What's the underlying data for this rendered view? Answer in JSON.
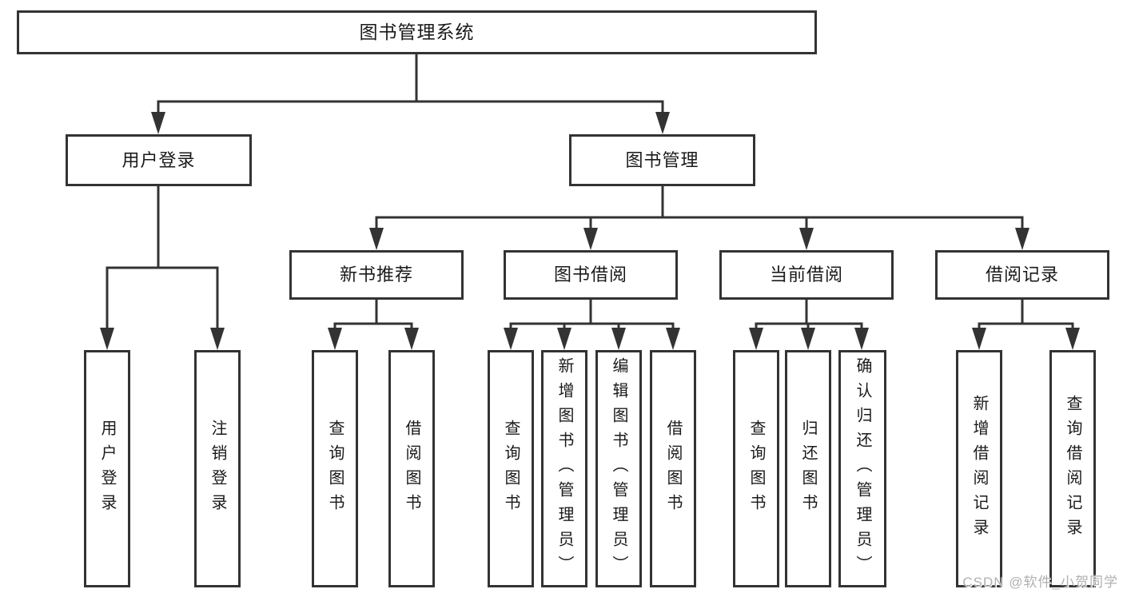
{
  "diagram": {
    "title": "图书管理系统",
    "branches": [
      {
        "label": "用户登录",
        "children": [
          {
            "label": "用户登录"
          },
          {
            "label": "注销登录"
          }
        ]
      },
      {
        "label": "图书管理",
        "children": [
          {
            "label": "新书推荐",
            "children": [
              {
                "label": "查询图书"
              },
              {
                "label": "借阅图书"
              }
            ]
          },
          {
            "label": "图书借阅",
            "children": [
              {
                "label": "查询图书"
              },
              {
                "label": "新增图书（管理员）"
              },
              {
                "label": "编辑图书（管理员）"
              },
              {
                "label": "借阅图书"
              }
            ]
          },
          {
            "label": "当前借阅",
            "children": [
              {
                "label": "查询图书"
              },
              {
                "label": "归还图书"
              },
              {
                "label": "确认归还（管理员）"
              }
            ]
          },
          {
            "label": "借阅记录",
            "children": [
              {
                "label": "新增借阅记录"
              },
              {
                "label": "查询借阅记录"
              }
            ]
          }
        ]
      }
    ]
  },
  "watermark": {
    "text": "CSDN @软件_小贺同学"
  },
  "colors": {
    "line": "#333333",
    "text": "#1a1a1a",
    "background": "#ffffff",
    "watermark": "#b0b0b0"
  }
}
